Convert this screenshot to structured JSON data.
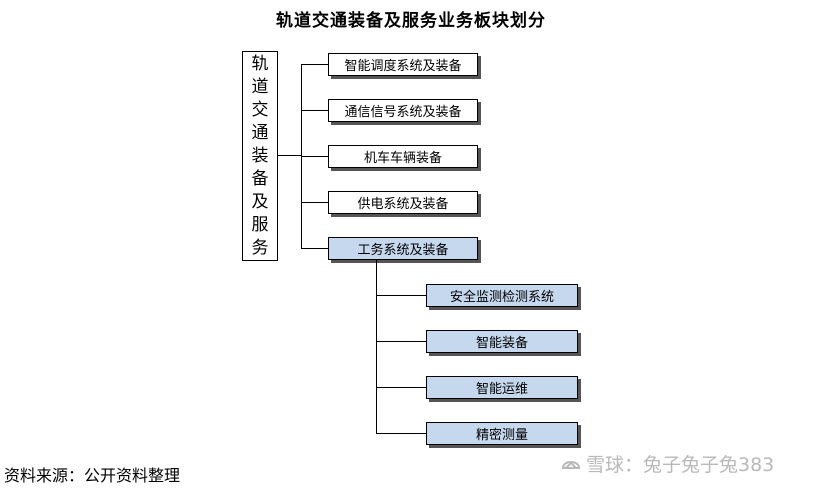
{
  "title": "轨道交通装备及服务业务板块划分",
  "root": {
    "chars": [
      "轨",
      "道",
      "交",
      "通",
      "装",
      "备",
      "及",
      "服",
      "务"
    ]
  },
  "level1": [
    {
      "label": "智能调度系统及装备",
      "highlight": false
    },
    {
      "label": "通信信号系统及装备",
      "highlight": false
    },
    {
      "label": "机车车辆装备",
      "highlight": false
    },
    {
      "label": "供电系统及装备",
      "highlight": false
    },
    {
      "label": "工务系统及装备",
      "highlight": true
    }
  ],
  "level2": [
    {
      "label": "安全监测检测系统"
    },
    {
      "label": "智能装备"
    },
    {
      "label": "智能运维"
    },
    {
      "label": "精密测量"
    }
  ],
  "source": "资料来源：公开资料整理",
  "watermark": "雪球：兔子兔子兔383",
  "colors": {
    "highlight_fill": "#c6d8ee",
    "line": "#000000"
  }
}
